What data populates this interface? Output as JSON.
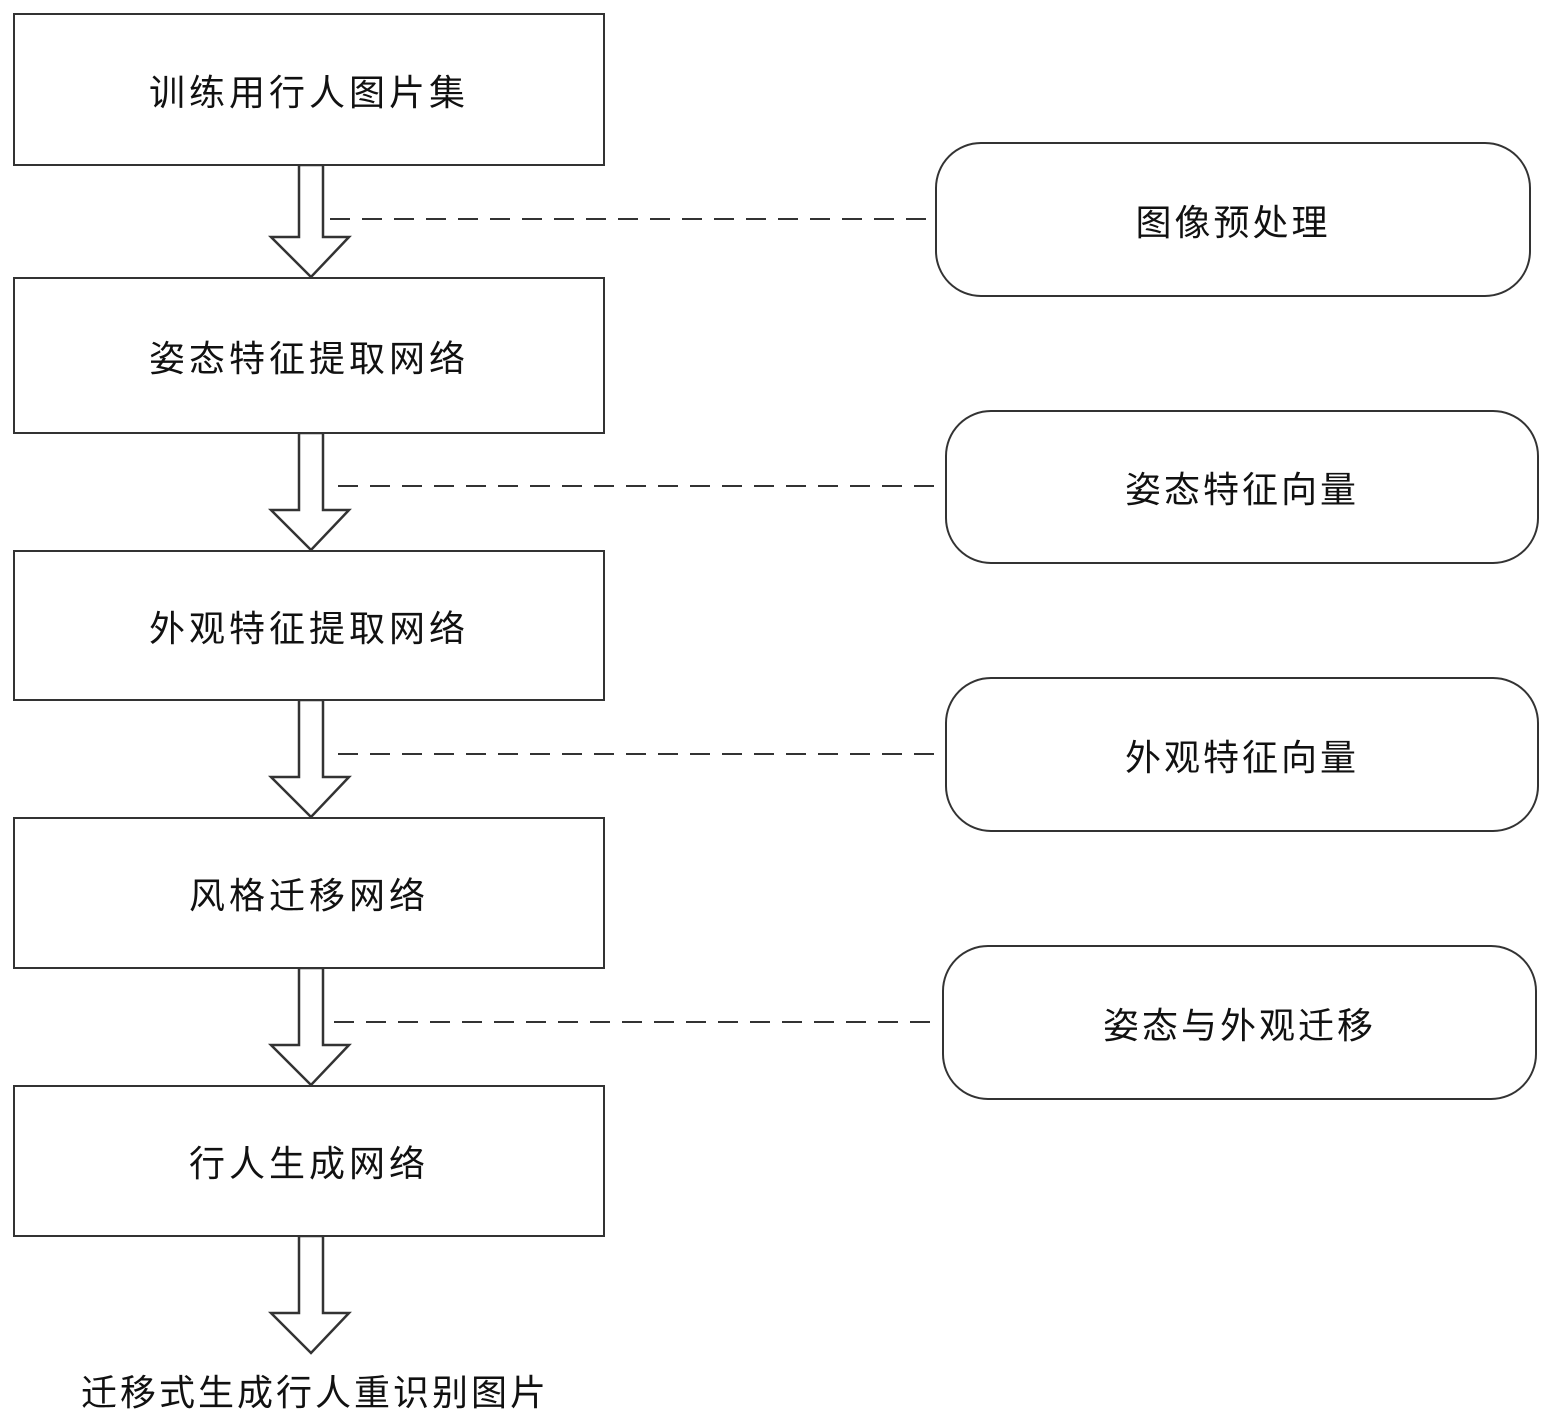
{
  "steps": [
    {
      "id": "training-set",
      "label": "训练用行人图片集"
    },
    {
      "id": "pose-extraction",
      "label": "姿态特征提取网络"
    },
    {
      "id": "appearance-extraction",
      "label": "外观特征提取网络"
    },
    {
      "id": "style-transfer",
      "label": "风格迁移网络"
    },
    {
      "id": "pedestrian-generation",
      "label": "行人生成网络"
    }
  ],
  "annotations": [
    {
      "id": "preprocessing",
      "label": "图像预处理"
    },
    {
      "id": "pose-vector",
      "label": "姿态特征向量"
    },
    {
      "id": "appearance-vector",
      "label": "外观特征向量"
    },
    {
      "id": "pose-appearance-transfer",
      "label": "姿态与外观迁移"
    }
  ],
  "output": {
    "label": "迁移式生成行人重识别图片"
  }
}
